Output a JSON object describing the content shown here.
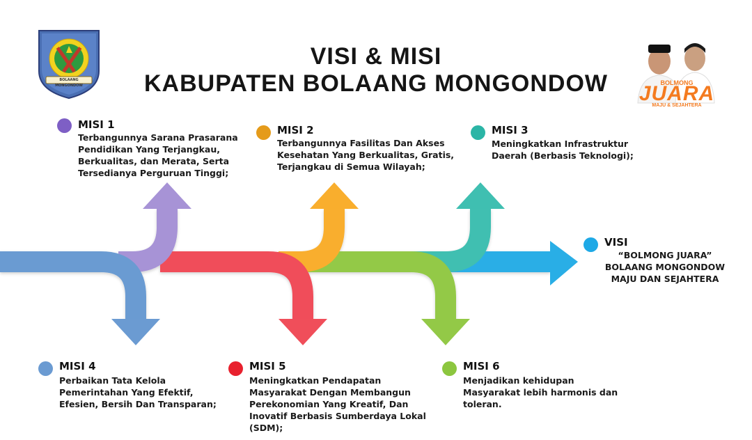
{
  "title": {
    "line1": "VISI & MISI",
    "line2": "KABUPATEN BOLAANG MONGONDOW"
  },
  "logo": {
    "icon": "bolaang-mongondow-coat-of-arms",
    "banner": "BOLAANG MONGONDOW"
  },
  "campaign": {
    "icon": "candidates-photo",
    "top": "BOLMONG",
    "main": "JUARA",
    "bottom": "MAJU & SEJAHTERA",
    "color": "#f47b20"
  },
  "misi": [
    {
      "title": "MISI 1",
      "color": "#7e5fc5",
      "text": "Terbangunnya Sarana Prasarana Pendidikan Yang Terjangkau, Berkualitas, dan Merata, Serta Tersedianya Perguruan Tinggi;"
    },
    {
      "title": "MISI 2",
      "color": "#e59b1a",
      "text": "Terbangunnya Fasilitas Dan Akses Kesehatan Yang Berkualitas, Gratis, Terjangkau di Semua Wilayah;"
    },
    {
      "title": "MISI 3",
      "color": "#2bb5a6",
      "text": "Meningkatkan Infrastruktur Daerah (Berbasis Teknologi);"
    },
    {
      "title": "MISI 4",
      "color": "#6b9bd2",
      "text": "Perbaikan Tata Kelola Pemerintahan Yang Efektif, Efesien, Bersih Dan Transparan;"
    },
    {
      "title": "MISI 5",
      "color": "#e8212e",
      "text": "Meningkatkan Pendapatan Masyarakat Dengan Membangun Perekonomian Yang Kreatif, Dan Inovatif Berbasis Sumberdaya Lokal (SDM);"
    },
    {
      "title": "MISI 6",
      "color": "#8cc63f",
      "text": "Menjadikan kehidupan Masyarakat lebih harmonis dan toleran."
    }
  ],
  "visi": {
    "title": "VISI",
    "color": "#1ea9e6",
    "line1": "“BOLMONG JUARA”",
    "line2": "BOLAANG MONGONDOW",
    "line3": "MAJU DAN SEJAHTERA"
  },
  "arrow_colors": {
    "blue_main": "#6b9bd2",
    "purple": "#a793d6",
    "red": "#f04e5a",
    "orange": "#f9ae2d",
    "green": "#93c947",
    "teal": "#3fbfb1",
    "sky": "#29aee6"
  }
}
